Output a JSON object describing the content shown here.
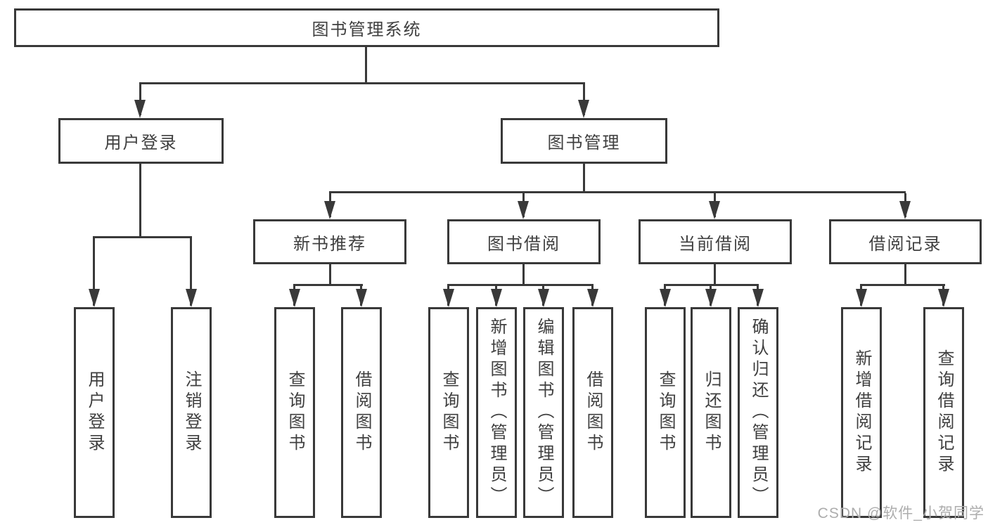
{
  "tree": {
    "root": {
      "label": "图书管理系统"
    },
    "branches": [
      {
        "label": "用户登录",
        "children": [
          {
            "label": "用户登录"
          },
          {
            "label": "注销登录"
          }
        ]
      },
      {
        "label": "图书管理",
        "children": [
          {
            "label": "新书推荐",
            "children": [
              {
                "label": "查询图书"
              },
              {
                "label": "借阅图书"
              }
            ]
          },
          {
            "label": "图书借阅",
            "children": [
              {
                "label": "查询图书"
              },
              {
                "label": "新增图书（管理员）"
              },
              {
                "label": "编辑图书（管理员）"
              },
              {
                "label": "借阅图书"
              }
            ]
          },
          {
            "label": "当前借阅",
            "children": [
              {
                "label": "查询图书"
              },
              {
                "label": "归还图书"
              },
              {
                "label": "确认归还（管理员）"
              }
            ]
          },
          {
            "label": "借阅记录",
            "children": [
              {
                "label": "新增借阅记录"
              },
              {
                "label": "查询借阅记录"
              }
            ]
          }
        ]
      }
    ]
  },
  "watermark": {
    "text": "CSDN @软件_小贺同学"
  },
  "colors": {
    "line": "#393939",
    "text": "#3f3f3f",
    "watermark": "#adadad",
    "background": "#ffffff"
  }
}
